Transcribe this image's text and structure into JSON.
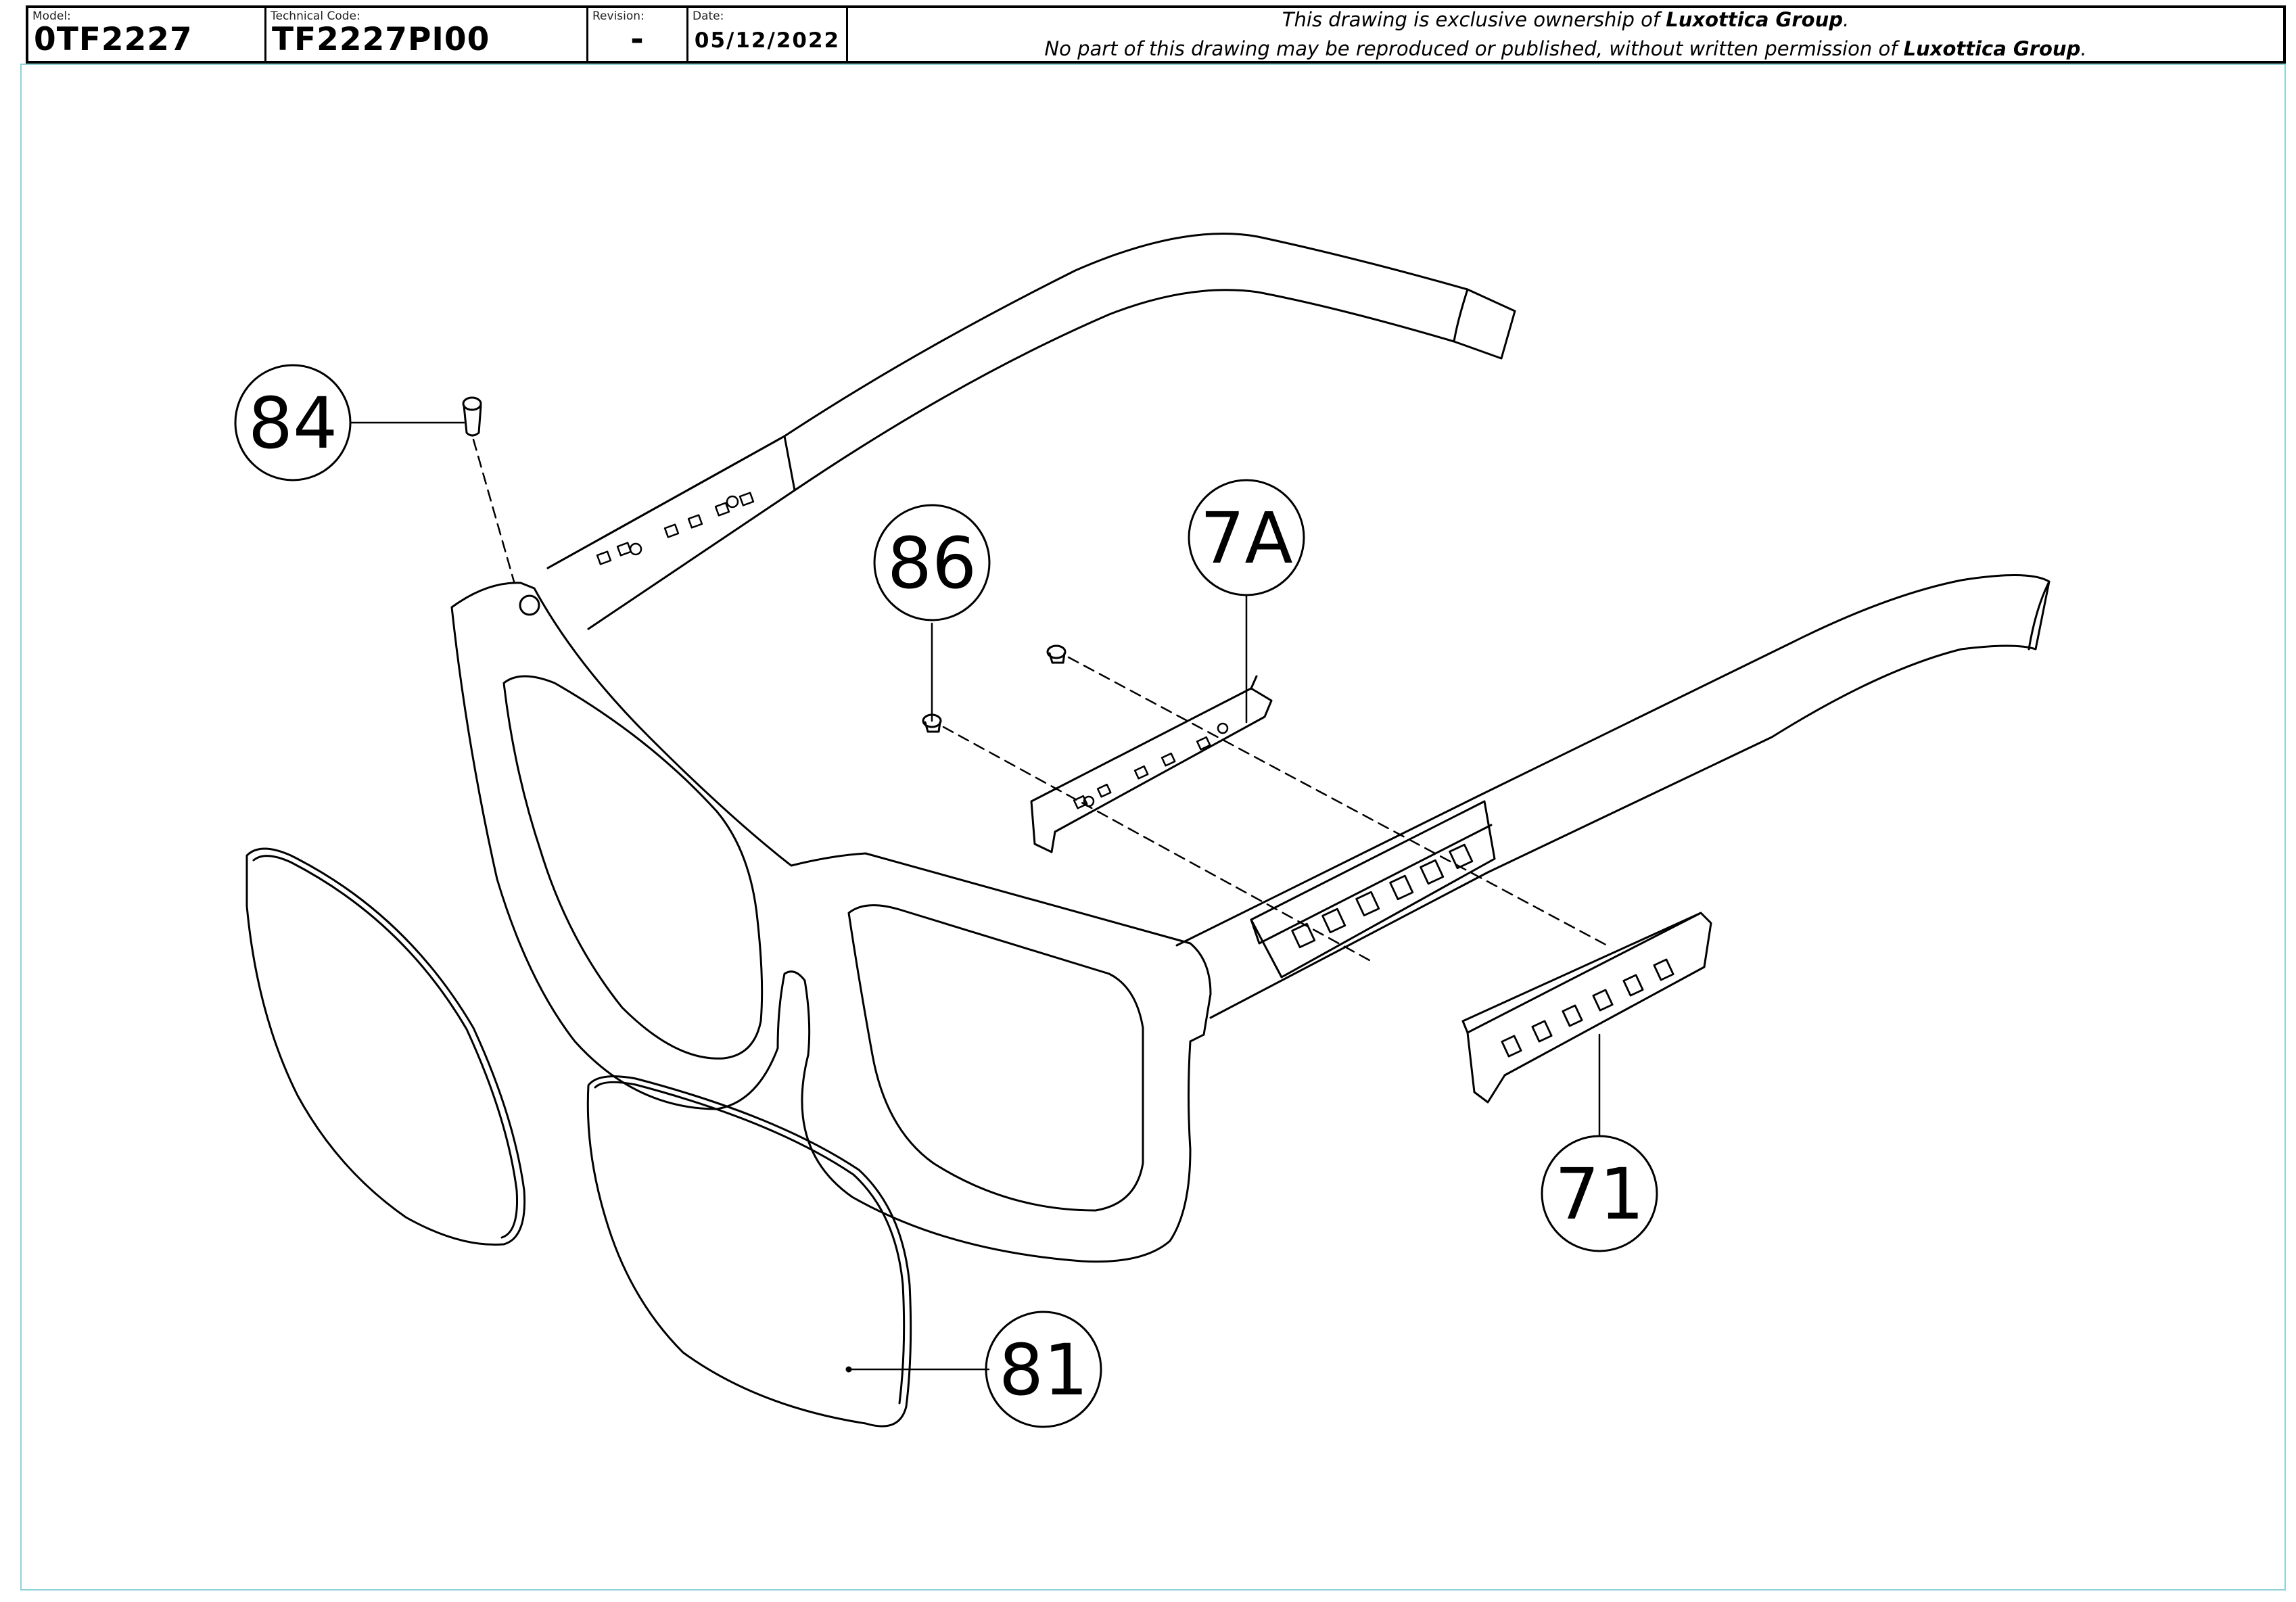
{
  "title_block": {
    "model_label": "Model:",
    "model_value": "0TF2227",
    "technical_code_label": "Technical Code:",
    "technical_code_value": "TF2227PI00",
    "revision_label": "Revision:",
    "revision_value": "-",
    "date_label": "Date:",
    "date_value": "05/12/2022",
    "notice_line1_prefix": "This drawing is exclusive ownership of ",
    "notice_line1_company": "Luxottica Group",
    "notice_line1_suffix": ".",
    "notice_line2_prefix": "No part of this drawing may be reproduced or published, without written permission of ",
    "notice_line2_company": "Luxottica Group",
    "notice_line2_suffix": "."
  },
  "callouts": {
    "c84": "84",
    "c86": "86",
    "c7a": "7A",
    "c71": "71",
    "c81": "81"
  },
  "colors": {
    "frame_border": "#8fd3d8",
    "line": "#000000"
  }
}
